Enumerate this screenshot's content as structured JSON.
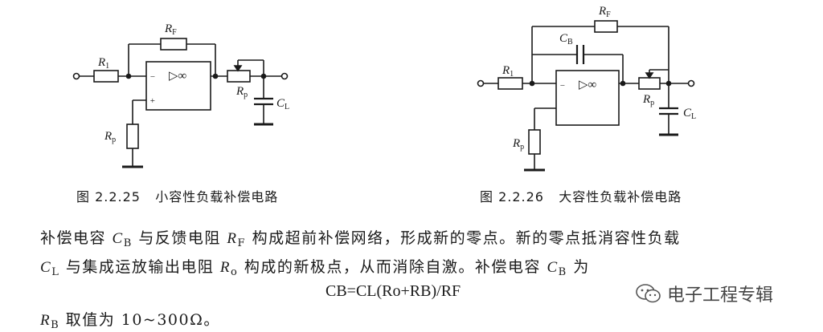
{
  "fig1": {
    "labels": {
      "rf": "R",
      "rf_sub": "F",
      "r1": "R",
      "r1_sub": "1",
      "rp_pot": "R",
      "rp_pot_sub": "p",
      "rp": "R",
      "rp_sub": "p",
      "cl": "C",
      "cl_sub": "L",
      "opamp": "▷∞",
      "minus": "−",
      "plus": "+"
    },
    "caption_number": "图 2.2.25",
    "caption_title": "小容性负载补偿电路"
  },
  "fig2": {
    "labels": {
      "rf": "R",
      "rf_sub": "F",
      "cb": "C",
      "cb_sub": "B",
      "r1": "R",
      "r1_sub": "1",
      "rp_pot": "R",
      "rp_pot_sub": "p",
      "rp": "R",
      "rp_sub": "p",
      "cl": "C",
      "cl_sub": "L",
      "opamp": "▷∞",
      "minus": "−"
    },
    "caption_number": "图 2.2.26",
    "caption_title": "大容性负载补偿电路"
  },
  "text": {
    "l1a": "补偿电容 ",
    "l1_cb": "C",
    "l1_cb_sub": "B",
    "l1b": " 与反馈电阻 ",
    "l1_rf": "R",
    "l1_rf_sub": "F",
    "l1c": " 构成超前补偿网络，形成新的零点。新的零点抵消容性负载",
    "l2_cl": "C",
    "l2_cl_sub": "L",
    "l2a": " 与集成运放输出电阻 ",
    "l2_ro": "R",
    "l2_ro_sub": "o",
    "l2b": " 构成的新极点，从而消除自激。补偿电容 ",
    "l2_cb": "C",
    "l2_cb_sub": "B",
    "l2c": " 为",
    "formula": "CB=CL(Ro+RB)/RF",
    "l4_rb": "R",
    "l4_rb_sub": "B",
    "l4a": " 取值为 10~300Ω。"
  },
  "watermark": {
    "text": "电子工程专辑",
    "icon": "wechat-icon"
  }
}
